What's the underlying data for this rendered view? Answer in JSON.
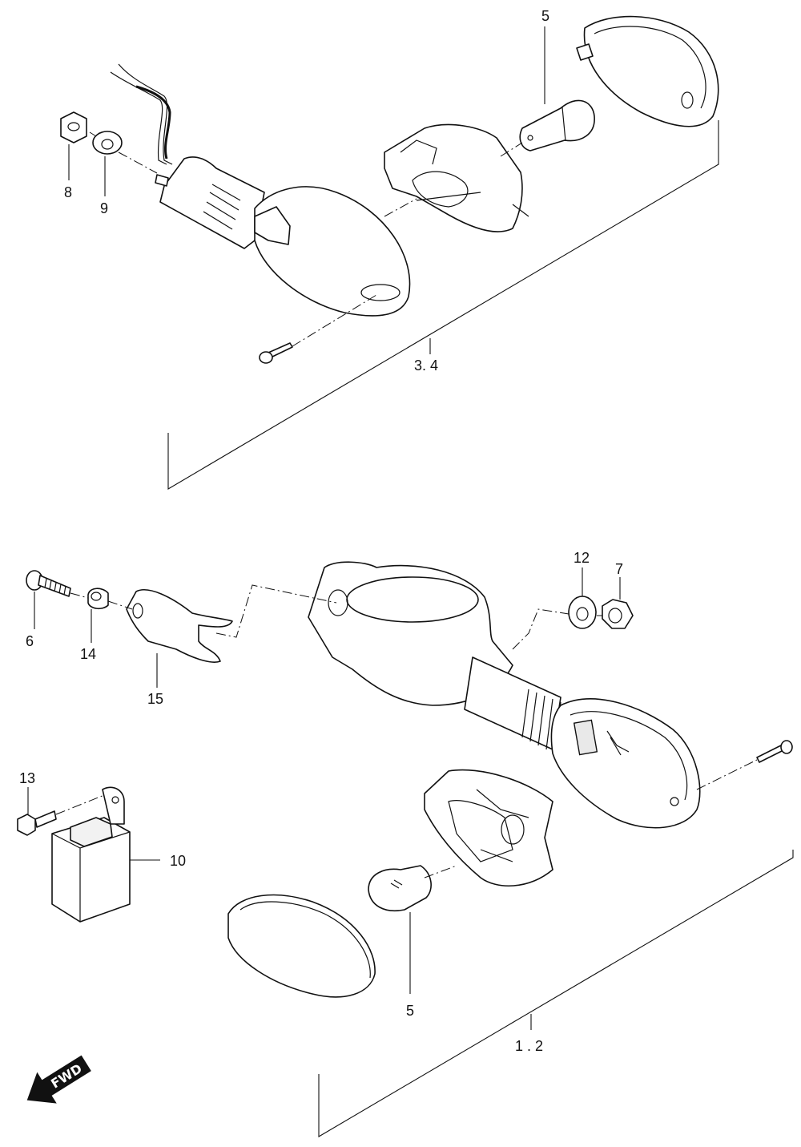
{
  "callouts": {
    "top_bulb": "5",
    "nut_8": "8",
    "washer_9": "9",
    "assembly_3_4": "3. 4",
    "screw_6": "6",
    "collar_14": "14",
    "bracket_15": "15",
    "washer_12": "12",
    "nut_7": "7",
    "bolt_13": "13",
    "relay_10": "10",
    "bottom_bulb": "5",
    "assembly_1_2": "1 . 2"
  },
  "direction_arrow": {
    "label": "FWD"
  }
}
